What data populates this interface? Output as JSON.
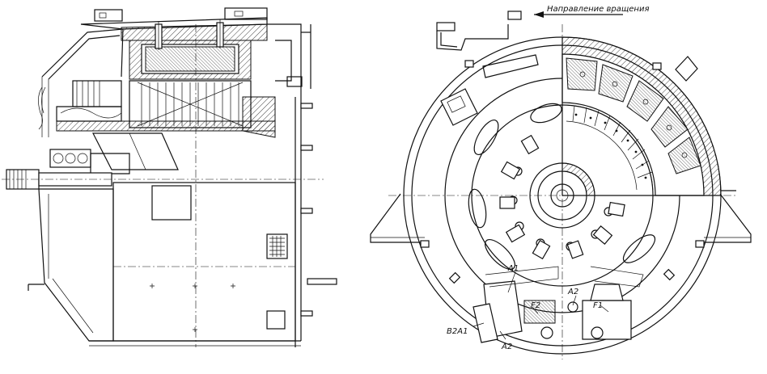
{
  "rotation_label": "Направление вращения",
  "terminals": {
    "a1": "А1",
    "a2_top": "А2",
    "a2_bottom": "А2",
    "f2": "F2",
    "f1": "F1",
    "b2a1": "В2А1"
  }
}
